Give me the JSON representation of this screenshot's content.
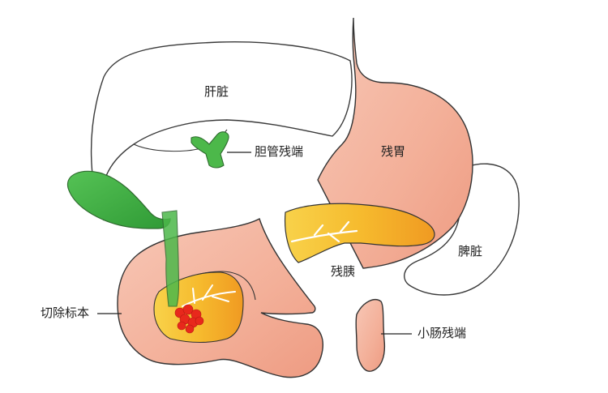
{
  "labels": {
    "liver": "肝脏",
    "bile_duct_stump": "胆管残端",
    "gastric_remnant": "残胃",
    "pancreatic_remnant": "残胰",
    "spleen": "脾脏",
    "resected_specimen": "切除标本",
    "small_intestine_stump": "小肠残端"
  },
  "colors": {
    "outline": "#333333",
    "stomach": "#f4b7a3",
    "stomach_shade": "#eea089",
    "gallbladder": "#3fae3f",
    "bile_duct": "#4cb84a",
    "pancreas": "#f6bf33",
    "pancreas_shade": "#f2a526",
    "tumor": "#e8281c",
    "organ_outline_fill": "#ffffff"
  }
}
